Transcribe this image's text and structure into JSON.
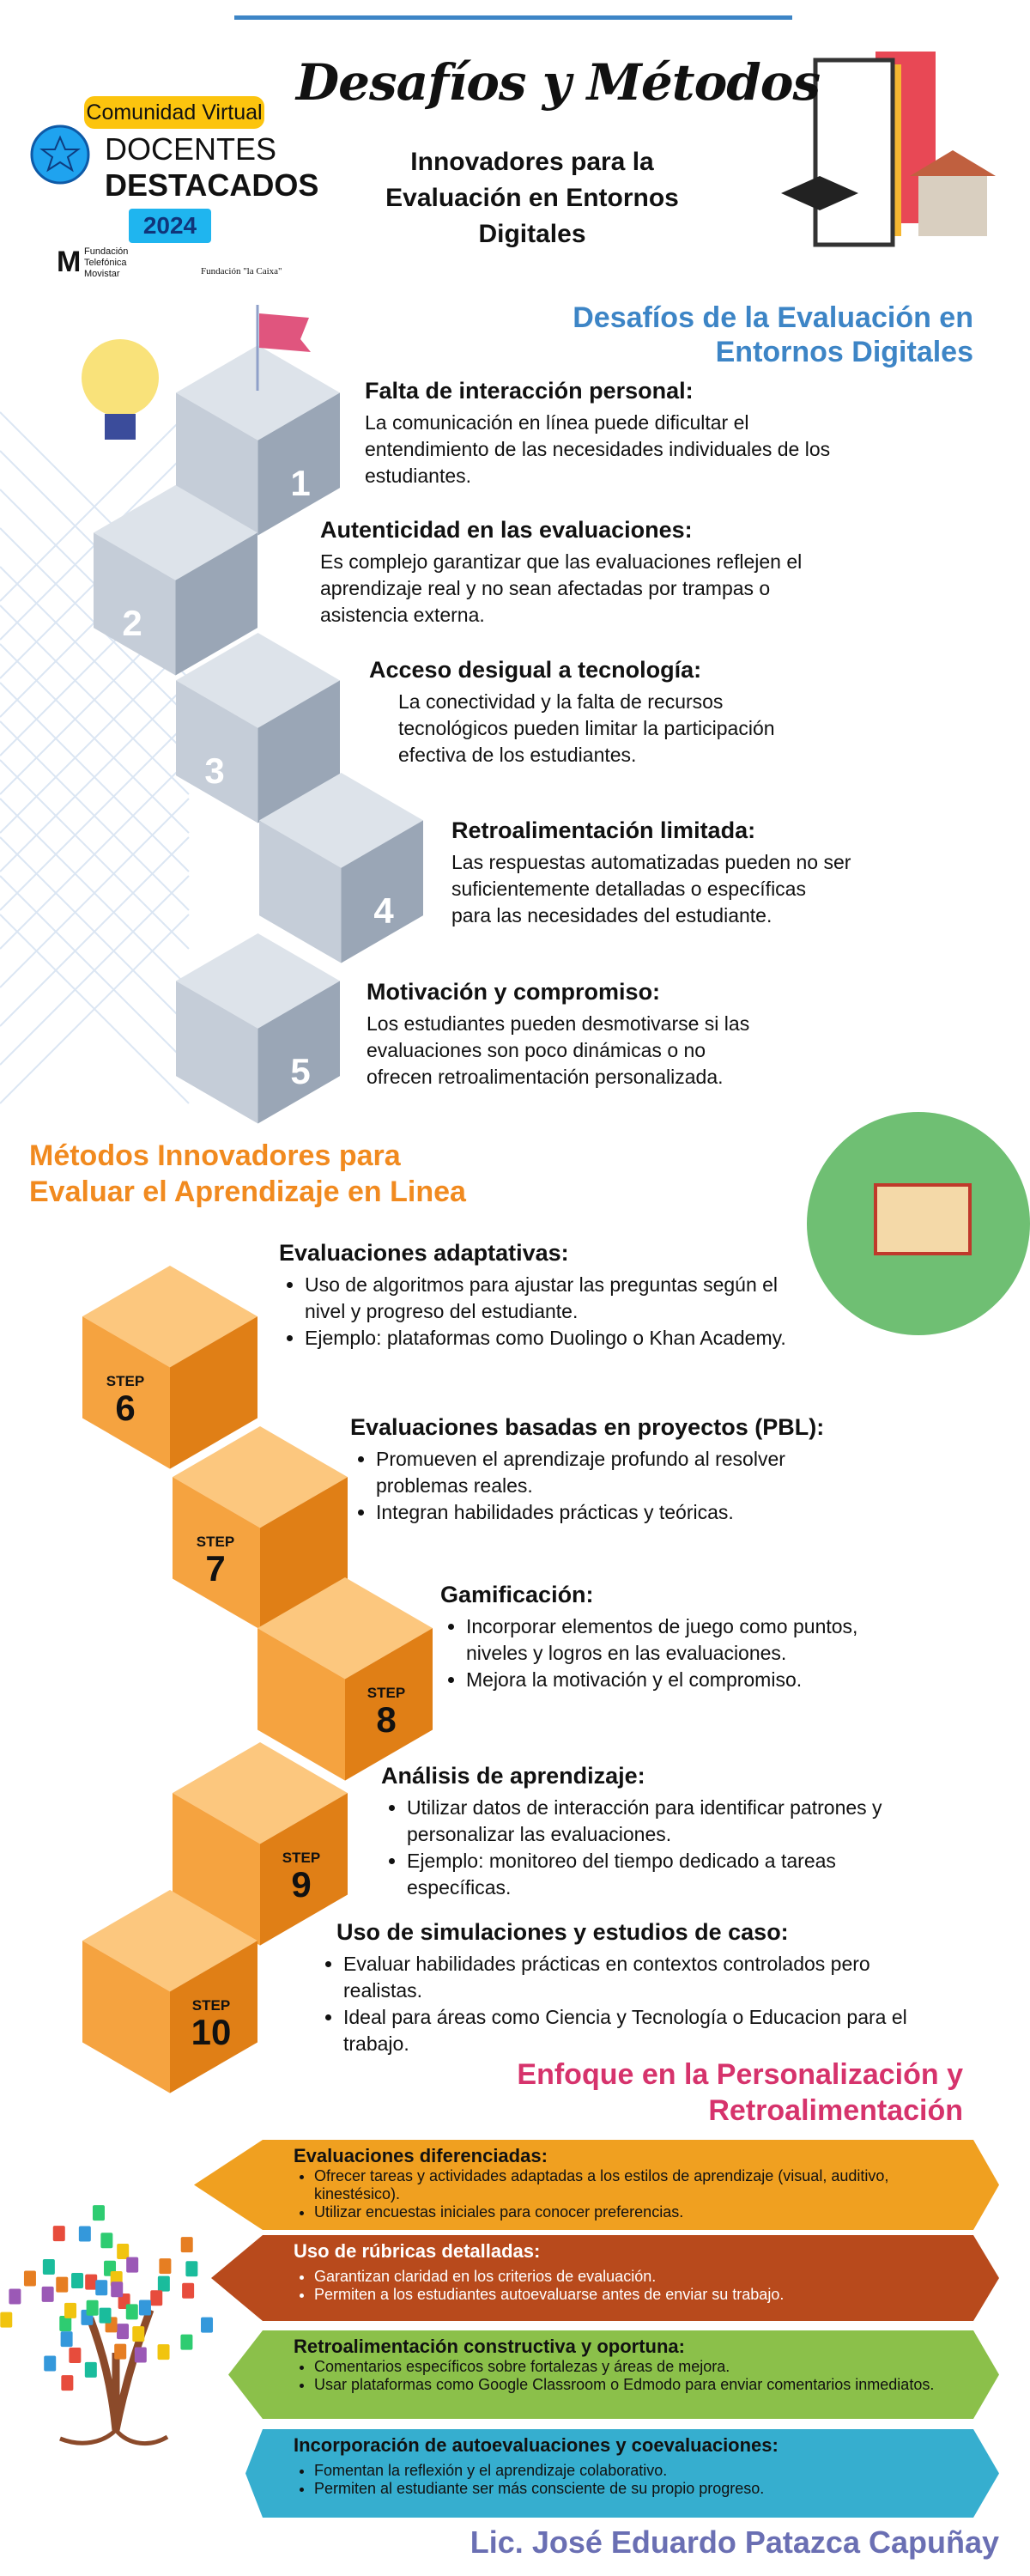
{
  "header": {
    "title": "Desafíos y Métodos",
    "subtitle_lines": [
      "Innovadores para la",
      "Evaluación en Entornos",
      "Digitales"
    ]
  },
  "badge": {
    "pill": "Comunidad Virtual",
    "line1": "DOCENTES",
    "line2": "DESTACADOS",
    "year": "2024",
    "logo1": [
      "Fundación",
      "Telefónica",
      "Movistar"
    ],
    "logo2": "Fundación \"la Caixa\""
  },
  "challenges": {
    "heading": [
      "Desafíos de la Evaluación en",
      "Entornos Digitales"
    ],
    "items": [
      {
        "num": "1",
        "title": "Falta de interacción personal:",
        "text": [
          "La comunicación en línea puede dificultar el",
          "entendimiento de las necesidades individuales de los",
          "estudiantes."
        ]
      },
      {
        "num": "2",
        "title": "Autenticidad en las evaluaciones:",
        "text": [
          "Es complejo garantizar que las evaluaciones reflejen el",
          "aprendizaje real y no sean afectadas por trampas o",
          "asistencia externa."
        ]
      },
      {
        "num": "3",
        "title": "Acceso desigual a tecnología:",
        "text": [
          "La conectividad y la falta de recursos",
          "tecnológicos pueden limitar la participación",
          "efectiva de los estudiantes."
        ]
      },
      {
        "num": "4",
        "title": "Retroalimentación limitada:",
        "text": [
          "Las respuestas automatizadas pueden no ser",
          "suficientemente detalladas o específicas",
          "para las necesidades del estudiante."
        ]
      },
      {
        "num": "5",
        "title": "Motivación y compromiso:",
        "text": [
          "Los estudiantes pueden desmotivarse si las",
          "evaluaciones son poco dinámicas o no",
          "ofrecen retroalimentación personalizada."
        ]
      }
    ]
  },
  "methods": {
    "heading": [
      "Métodos Innovadores para",
      "Evaluar el Aprendizaje en Linea"
    ],
    "step_label": "STEP",
    "items": [
      {
        "num": "6",
        "title": "Evaluaciones adaptativas:",
        "bullets": [
          "Uso de algoritmos para ajustar las preguntas según el nivel y progreso del estudiante.",
          "Ejemplo: plataformas como Duolingo o Khan Academy."
        ]
      },
      {
        "num": "7",
        "title": "Evaluaciones basadas en proyectos (PBL):",
        "bullets": [
          "Promueven el aprendizaje profundo al resolver problemas reales.",
          "Integran habilidades prácticas y teóricas."
        ]
      },
      {
        "num": "8",
        "title": "Gamificación:",
        "bullets": [
          "Incorporar elementos de juego como puntos, niveles y logros en las evaluaciones.",
          "Mejora la motivación y el compromiso."
        ]
      },
      {
        "num": "9",
        "title": "Análisis de aprendizaje:",
        "bullets": [
          "Utilizar datos de interacción para identificar patrones y personalizar las evaluaciones.",
          "Ejemplo: monitoreo del tiempo dedicado a tareas específicas."
        ]
      },
      {
        "num": "10",
        "title": "Uso de simulaciones y estudios de caso:",
        "bullets": [
          "Evaluar habilidades prácticas en contextos controlados pero realistas.",
          "Ideal para áreas como Ciencia y Tecnología o Educacion para el trabajo."
        ]
      }
    ]
  },
  "personalization": {
    "heading": [
      "Enfoque en la Personalización y",
      "Retroalimentación"
    ],
    "items": [
      {
        "title": "Evaluaciones diferenciadas:",
        "bullets": [
          "Ofrecer tareas y actividades adaptadas a los estilos de aprendizaje (visual, auditivo, kinestésico).",
          "Utilizar encuestas iniciales para conocer preferencias."
        ],
        "color": "#f0a020"
      },
      {
        "title": "Uso de rúbricas detalladas:",
        "bullets": [
          "Garantizan claridad en los criterios de evaluación.",
          "Permiten a los estudiantes autoevaluarse antes de enviar su trabajo."
        ],
        "color": "#b84a1c"
      },
      {
        "title": "Retroalimentación constructiva y oportuna:",
        "bullets": [
          "Comentarios específicos sobre fortalezas y áreas de mejora.",
          "Usar plataformas como Google Classroom o Edmodo para enviar comentarios inmediatos."
        ],
        "color": "#8bc04a"
      },
      {
        "title": "Incorporación de autoevaluaciones y coevaluaciones:",
        "bullets": [
          "Fomentan la reflexión y el aprendizaje colaborativo.",
          "Permiten al estudiante ser más consciente de su propio progreso."
        ],
        "color": "#36aecf"
      }
    ]
  },
  "author": "Lic. José Eduardo Patazca Capuñay",
  "colors": {
    "accent_blue": "#3d85c6",
    "accent_orange": "#f18a1f",
    "accent_pink": "#d6336c",
    "author": "#6a6fb3",
    "cube_gray": "#b8c2cf",
    "cube_orange": "#f39a2e"
  }
}
